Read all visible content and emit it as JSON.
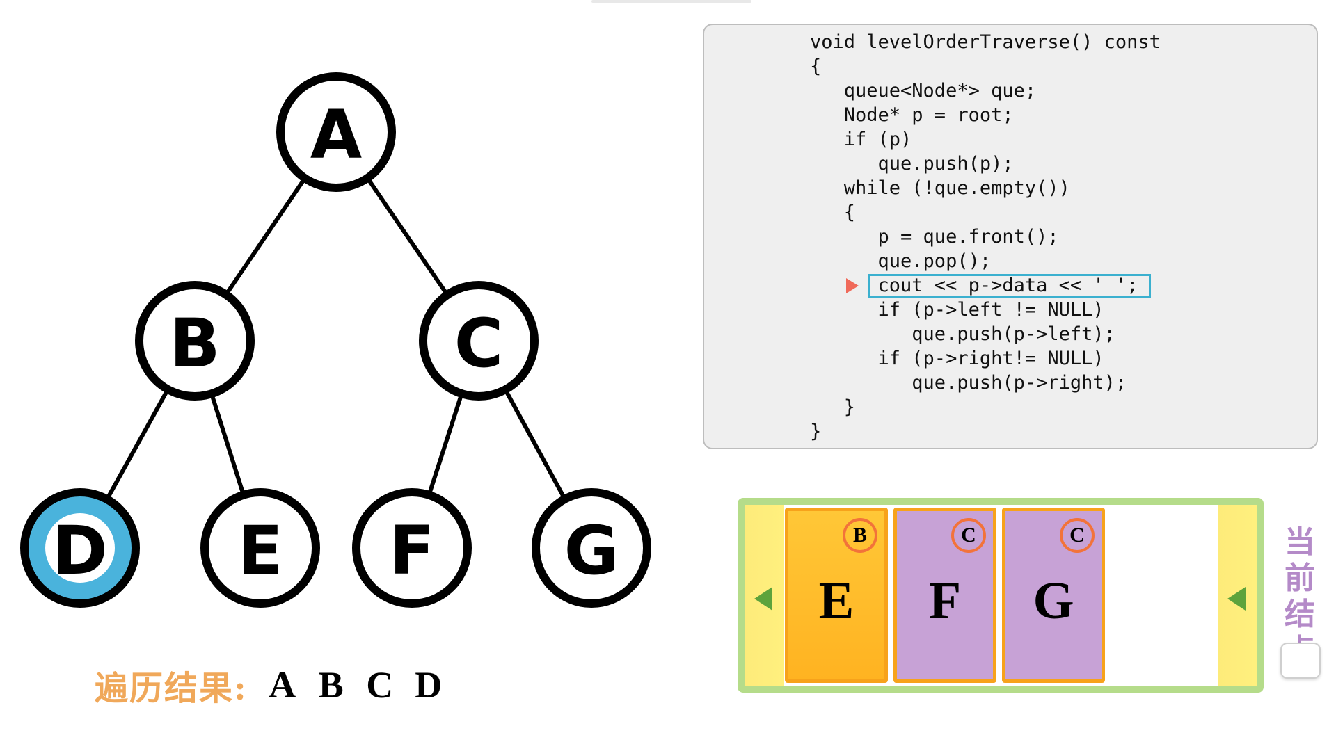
{
  "tree": {
    "nodes": [
      {
        "id": "A",
        "label": "A",
        "current": false
      },
      {
        "id": "B",
        "label": "B",
        "current": false
      },
      {
        "id": "C",
        "label": "C",
        "current": false
      },
      {
        "id": "D",
        "label": "D",
        "current": true
      },
      {
        "id": "E",
        "label": "E",
        "current": false
      },
      {
        "id": "F",
        "label": "F",
        "current": false
      },
      {
        "id": "G",
        "label": "G",
        "current": false
      }
    ],
    "edges": [
      [
        "A",
        "B"
      ],
      [
        "A",
        "C"
      ],
      [
        "B",
        "D"
      ],
      [
        "B",
        "E"
      ],
      [
        "C",
        "F"
      ],
      [
        "C",
        "G"
      ]
    ]
  },
  "result": {
    "label": "遍历结果:",
    "items": [
      "A",
      "B",
      "C",
      "D"
    ]
  },
  "code": {
    "lines": [
      "void levelOrderTraverse() const",
      "{",
      "   queue<Node*> que;",
      "   Node* p = root;",
      "   if (p)",
      "      que.push(p);",
      "   while (!que.empty())",
      "   {",
      "      p = que.front();",
      "      que.pop();",
      "      cout << p->data << ' ';",
      "      if (p->left != NULL)",
      "         que.push(p->left);",
      "      if (p->right!= NULL)",
      "         que.push(p->right);",
      "   }",
      "}"
    ],
    "highlight_line": 10
  },
  "queue": {
    "items": [
      {
        "value": "E",
        "parent": "B"
      },
      {
        "value": "F",
        "parent": "C"
      },
      {
        "value": "G",
        "parent": "C"
      }
    ]
  },
  "side_label": "当前结点",
  "colors": {
    "current_node": "#4ab3dc",
    "highlight_border": "#3bb0cf",
    "pointer": "#f06a5a",
    "queue_frame": "#b5dc8a",
    "queue_cell_front": "#ffc737",
    "queue_cell": "#c7a2d6",
    "cell_border": "#f7a21b",
    "badge_border": "#f2733a",
    "result_label": "#f0a85a",
    "side_label": "#b48ac8"
  }
}
